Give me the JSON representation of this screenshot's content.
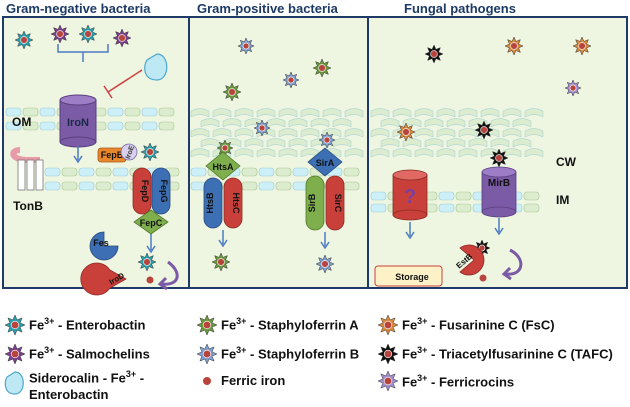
{
  "panels": {
    "gram_negative": {
      "title": "Gram-negative bacteria"
    },
    "gram_positive": {
      "title": "Gram-positive bacteria"
    },
    "fungal": {
      "title": "Fungal pathogens"
    }
  },
  "labels": {
    "om": "OM",
    "cw": "CW",
    "im": "IM",
    "iron": "IroN",
    "tonb": "TonB",
    "fepb": "FepB",
    "iroe": "IroE",
    "fepd": "FepD",
    "fepg": "FepG",
    "fepc": "FepC",
    "fes": "Fes",
    "irod": "IroD",
    "htsa": "HtsA",
    "htsb": "HtsB",
    "htsc": "HtsC",
    "sira": "SirA",
    "sirb": "SirB",
    "sirc": "SirC",
    "mirb": "MirB",
    "estb": "EstB",
    "question": "?",
    "storage": "Storage"
  },
  "legend": {
    "fe_prefix": "Fe",
    "fe_sup": "3+",
    "enterobactin": " - Enterobactin",
    "salmochelins": " - Salmochelins",
    "siderocalin_a": "Siderocalin - Fe",
    "siderocalin_b": " -",
    "siderocalin_c": "Enterobactin",
    "staph_a": " - Staphyloferrin A",
    "staph_b": " - Staphyloferrin B",
    "ferric_iron": "Ferric iron",
    "fsc": " - Fusarinine C (FsC)",
    "tafc": " - Triacetylfusarinine C (TAFC)",
    "ferricrocins": " - Ferricrocins"
  },
  "colors": {
    "panel_fill": "#eef6e1",
    "panel_border": "#1f3a66",
    "membrane_cyan": "#cdeff8",
    "membrane_green": "#dceccf",
    "enterobactin": "#2aa0ad",
    "salmochelin": "#7b3f8c",
    "staph_a": "#6b9a3c",
    "staph_b": "#7f9fd0",
    "fsc": "#d9893a",
    "tafc": "#111111",
    "ferricrocin": "#a08ed0",
    "ferric_iron": "#b8453d",
    "iron_purple": "#7b5aa6",
    "fep_orange": "#e8862c",
    "fepg_blue": "#3d6fb5",
    "fepc_green": "#7fae4c",
    "red_protein": "#c9403a"
  },
  "icons": [
    "enterobactin-star-icon",
    "salmochelin-star-icon",
    "siderocalin-drop-icon",
    "staphyloferrin-a-star-icon",
    "staphyloferrin-b-star-icon",
    "ferric-iron-dot-icon",
    "fsc-star-icon",
    "tafc-star-icon",
    "ferricrocin-star-icon",
    "storage-box-icon"
  ]
}
